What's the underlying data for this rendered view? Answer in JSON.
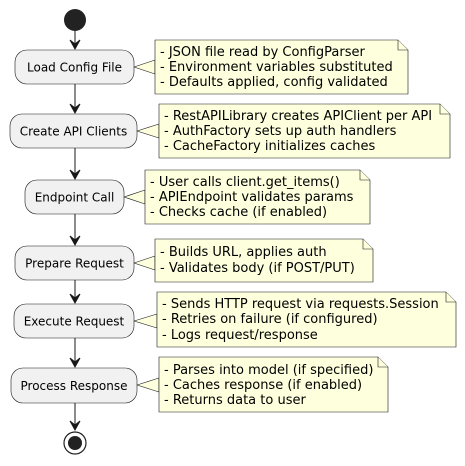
{
  "nodes": [
    {
      "id": "load-config",
      "label": "Load Config File"
    },
    {
      "id": "create-clients",
      "label": "Create API Clients"
    },
    {
      "id": "endpoint-call",
      "label": "Endpoint Call"
    },
    {
      "id": "prepare-request",
      "label": "Prepare Request"
    },
    {
      "id": "execute-request",
      "label": "Execute Request"
    },
    {
      "id": "process-response",
      "label": "Process Response"
    }
  ],
  "notes": [
    {
      "for": "load-config",
      "lines": [
        "- JSON file read by ConfigParser",
        "- Environment variables substituted",
        "- Defaults applied, config validated"
      ]
    },
    {
      "for": "create-clients",
      "lines": [
        "- RestAPILibrary creates APIClient per API",
        "- AuthFactory sets up auth handlers",
        "- CacheFactory initializes caches"
      ]
    },
    {
      "for": "endpoint-call",
      "lines": [
        "- User calls client.get_items()",
        "- APIEndpoint validates params",
        "- Checks cache (if enabled)"
      ]
    },
    {
      "for": "prepare-request",
      "lines": [
        "- Builds URL, applies auth",
        "- Validates body (if POST/PUT)"
      ]
    },
    {
      "for": "execute-request",
      "lines": [
        "- Sends HTTP request via requests.Session",
        "- Retries on failure (if configured)",
        "- Logs request/response"
      ]
    },
    {
      "for": "process-response",
      "lines": [
        "- Parses into model (if specified)",
        "- Caches response (if enabled)",
        "- Returns data to user"
      ]
    }
  ],
  "colors": {
    "node_fill": "#f1f1f1",
    "note_fill": "#feffdd",
    "stroke": "#181818",
    "start_end": "#222222"
  }
}
